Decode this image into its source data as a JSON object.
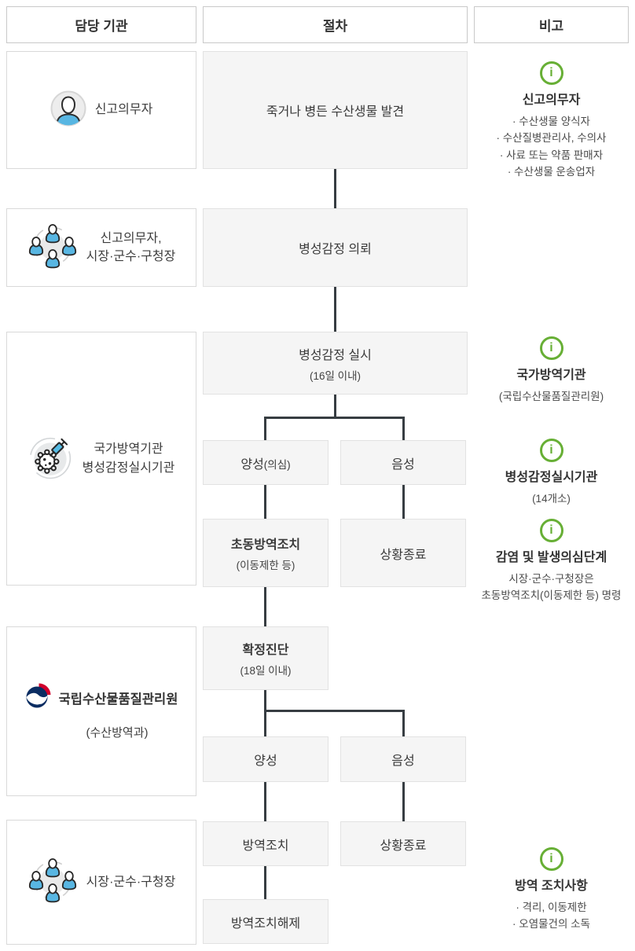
{
  "header": {
    "agency": "담당 기관",
    "procedure": "절차",
    "note": "비고"
  },
  "info": {
    "icon_char": "i"
  },
  "agencies": {
    "a1": {
      "label": "신고의무자"
    },
    "a2": {
      "line1": "신고의무자,",
      "line2": "시장·군수·구청장"
    },
    "a3": {
      "line1": "국가방역기관",
      "line2": "병성감정실시기관"
    },
    "a4": {
      "title": "국립수산물품질관리원",
      "dept": "(수산방역과)"
    },
    "a5": {
      "label": "시장·군수·구청장"
    }
  },
  "flow": {
    "discover": "죽거나 병든 수산생물 발견",
    "request": "병성감정 의뢰",
    "exam": "병성감정 실시",
    "exam_period": "(16일 이내)",
    "positive_suspect": "양성",
    "suspect_suffix": "(의심)",
    "negative_1": "음성",
    "initial_action": "초동방역조치",
    "initial_action_note": "(이동제한 등)",
    "situation_end_1": "상황종료",
    "confirm": "확정진단",
    "confirm_period": "(18일 이내)",
    "positive_2": "양성",
    "negative_2": "음성",
    "quarantine_action": "방역조치",
    "situation_end_2": "상황종료",
    "action_release": "방역조치해제"
  },
  "notes": {
    "n1": {
      "title": "신고의무자",
      "items": [
        "· 수산생물 양식자",
        "· 수산질병관리사, 수의사",
        "· 사료 또는 약품 판매자",
        "· 수산생물 운송업자"
      ]
    },
    "n2": {
      "title": "국가방역기관",
      "sub": "(국립수산물품질관리원)"
    },
    "n3": {
      "title": "병성감정실시기관",
      "sub": "(14개소)"
    },
    "n4": {
      "title": "감염 및 발생의심단계",
      "lines": [
        "시장·군수·구청장은",
        "초동방역조치(이동제한 등) 명령"
      ]
    },
    "n5": {
      "title": "방역 조치사항",
      "items": [
        "· 격리, 이동제한",
        "· 오염물건의 소독"
      ]
    }
  },
  "colors": {
    "accent_green": "#67af35",
    "icon_blue": "#58b6e2",
    "connector": "#373d42",
    "logo_navy": "#0b2d62",
    "logo_red": "#d1002c"
  }
}
